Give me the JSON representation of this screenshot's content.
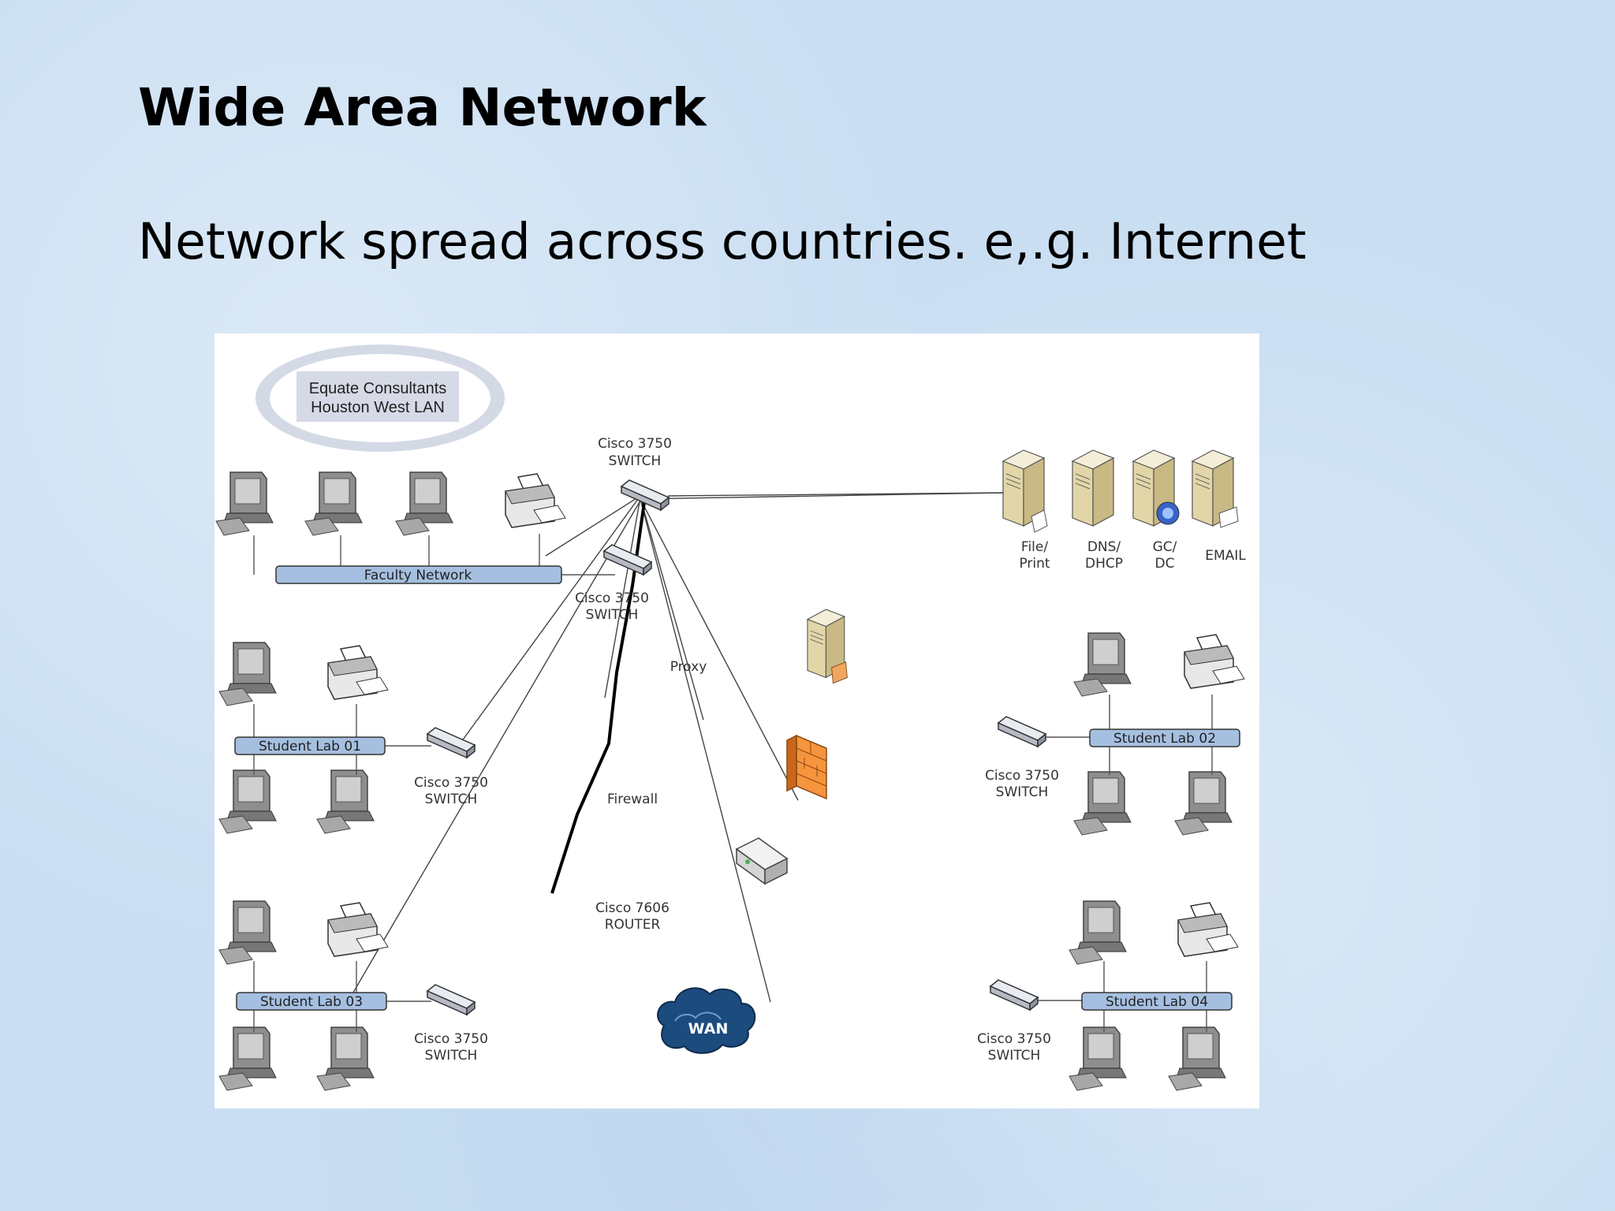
{
  "slide": {
    "title": "Wide Area Network",
    "subtitle": "Network spread across countries. e,.g. Internet"
  },
  "diagram": {
    "org_label": [
      "Equate Consultants",
      "Houston West LAN"
    ],
    "core_switch": [
      "Cisco 3750",
      "SWITCH"
    ],
    "servers": [
      {
        "label": [
          "File/",
          "Print"
        ],
        "icon": "file-server-icon"
      },
      {
        "label": [
          "DNS/",
          "DHCP"
        ],
        "icon": "dns-server-icon"
      },
      {
        "label": [
          "GC/",
          "DC"
        ],
        "icon": "domain-controller-icon"
      },
      {
        "label": [
          "EMAIL"
        ],
        "icon": "email-server-icon"
      }
    ],
    "networks": [
      {
        "name": "Faculty Network",
        "switch_label": [
          "Cisco 3750",
          "SWITCH"
        ]
      },
      {
        "name": "Student Lab 01",
        "switch_label": [
          "Cisco 3750",
          "SWITCH"
        ]
      },
      {
        "name": "Student Lab 03",
        "switch_label": [
          "Cisco 3750",
          "SWITCH"
        ]
      },
      {
        "name": "Student Lab 02",
        "switch_label": [
          "Cisco 3750",
          "SWITCH"
        ]
      },
      {
        "name": "Student Lab 04",
        "switch_label": [
          "Cisco 3750",
          "SWITCH"
        ]
      }
    ],
    "proxy": "Proxy",
    "firewall": "Firewall",
    "router": [
      "Cisco 7606",
      "ROUTER"
    ],
    "wan": "WAN"
  }
}
